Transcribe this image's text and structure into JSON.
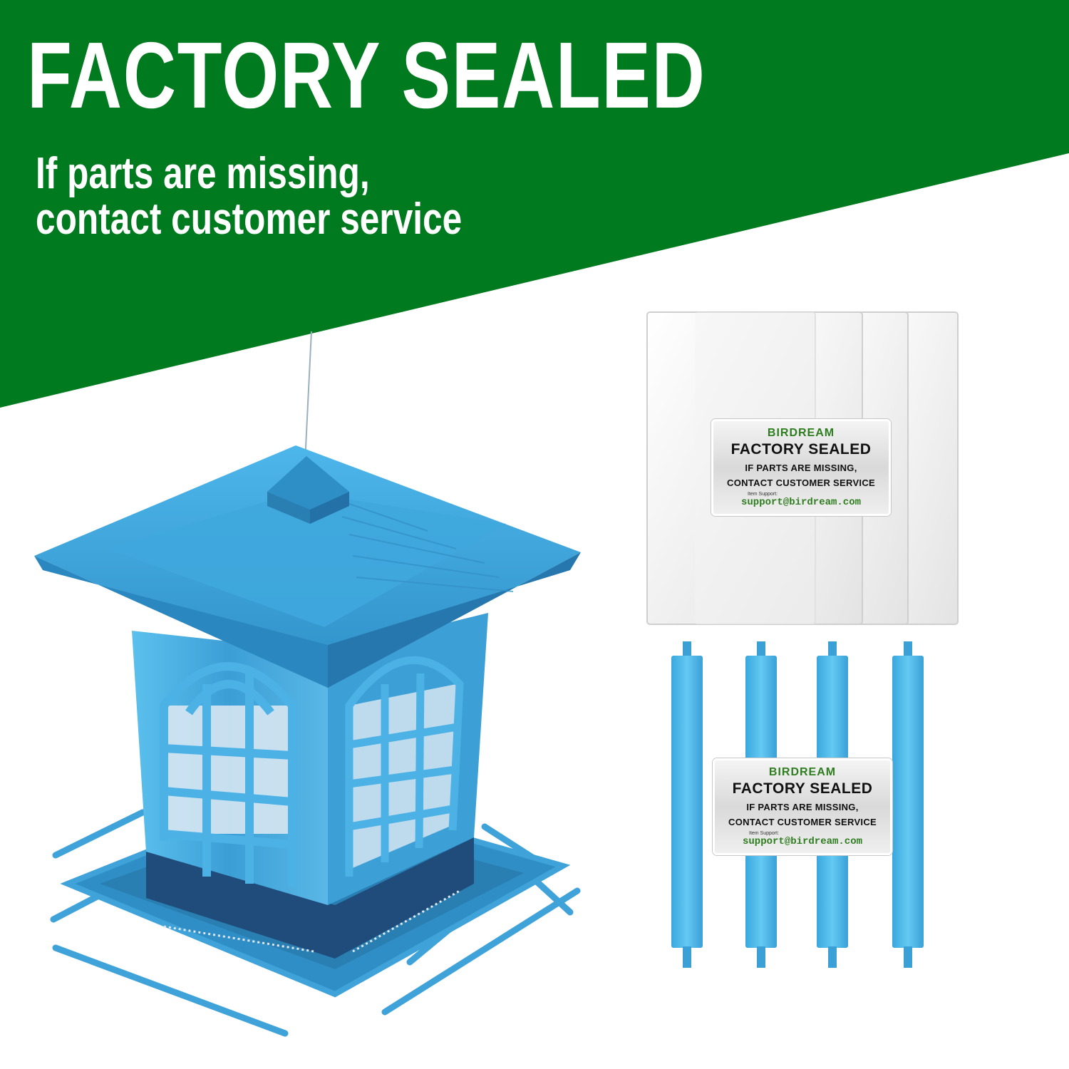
{
  "banner": {
    "headline": "FACTORY SEALED",
    "subline_1": "If parts are missing,",
    "subline_2": "contact customer service",
    "color": "#007a1e"
  },
  "labels": [
    {
      "brand": "BIRDREAM",
      "title": "FACTORY SEALED",
      "line_1": "IF PARTS ARE MISSING,",
      "line_2": "CONTACT CUSTOMER SERVICE",
      "support_label": "Item Support:",
      "email": "support@birdream.com"
    },
    {
      "brand": "BIRDREAM",
      "title": "FACTORY SEALED",
      "line_1": "IF PARTS ARE MISSING,",
      "line_2": "CONTACT CUSTOMER SERVICE",
      "support_label": "Item Support:",
      "email": "support@birdream.com"
    }
  ],
  "product": {
    "color": "#4aa8d8",
    "icon": "bird-feeder-icon",
    "panel_count": 4,
    "rod_count": 4
  }
}
